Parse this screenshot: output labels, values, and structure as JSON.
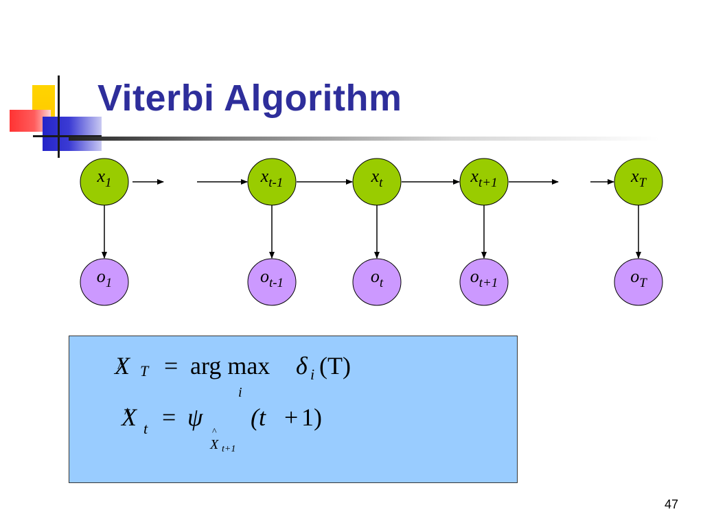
{
  "slide": {
    "title": "Viterbi Algorithm",
    "page_number": "47"
  },
  "diagram": {
    "hidden_nodes": [
      {
        "base": "x",
        "sub": "1"
      },
      {
        "base": "x",
        "sub": "t-1"
      },
      {
        "base": "x",
        "sub": "t"
      },
      {
        "base": "x",
        "sub": "t+1"
      },
      {
        "base": "x",
        "sub": "T"
      }
    ],
    "observed_nodes": [
      {
        "base": "o",
        "sub": "1"
      },
      {
        "base": "o",
        "sub": "t-1"
      },
      {
        "base": "o",
        "sub": "t"
      },
      {
        "base": "o",
        "sub": "t+1"
      },
      {
        "base": "o",
        "sub": "T"
      }
    ],
    "colors": {
      "hidden": "#99cc00",
      "observed": "#cc99ff",
      "edge": "#000000"
    }
  },
  "formulas": {
    "line1": {
      "lhs_var": "X",
      "lhs_sub": "T",
      "equals": "=",
      "argmax": "arg max",
      "argmax_sub": "i",
      "delta": "δ",
      "delta_sub": "i",
      "arg": "(T)"
    },
    "line2": {
      "lhs_var": "X",
      "lhs_sub": "t",
      "equals": "=",
      "psi": "ψ",
      "psi_sub_var": "X",
      "psi_sub_sub": "t+1",
      "arg_open": "(t",
      "plus": "+",
      "arg_close": "1)"
    },
    "box_color": "#99ccff"
  }
}
